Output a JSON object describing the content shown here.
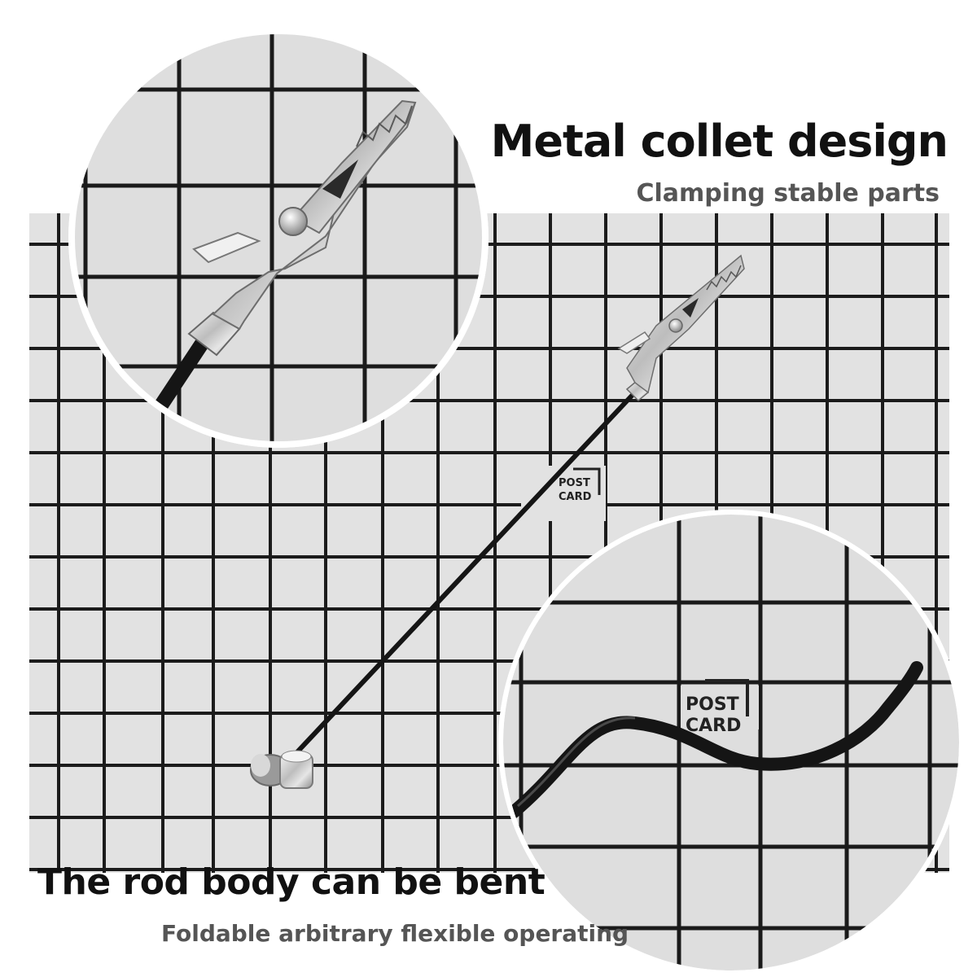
{
  "top_callout": {
    "title": "Metal collet design",
    "subtitle": "Clamping stable parts"
  },
  "bottom_callout": {
    "title": "The rod body can be bent",
    "subtitle": "Foldable arbitrary flexible operating"
  },
  "mat_label": {
    "line1": "POST",
    "line2": "CARD"
  },
  "colors": {
    "mat": "#e2e2e2",
    "grid_line": "#1a1a1a",
    "cable": "#151515",
    "metal": "#c9c9c9"
  }
}
